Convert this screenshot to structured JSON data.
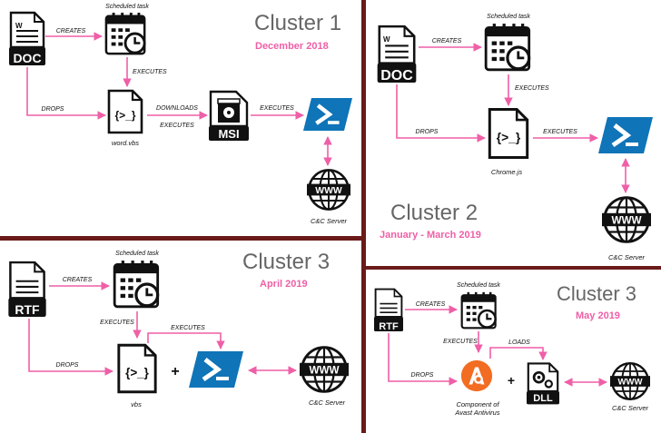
{
  "colors": {
    "accent": "#ef5fa7",
    "divider": "#6b1a1a",
    "powershell": "#0f74b8",
    "avast": "#f26c21"
  },
  "clusters": [
    {
      "title": "Cluster 1",
      "date": "December 2018",
      "labels": {
        "task": "Scheduled task",
        "creates": "CREATES",
        "executes_task": "EXECUTES",
        "drops": "DROPS",
        "downloads": "DOWNLOADS",
        "executes_vbs": "EXECUTES",
        "executes_msi": "EXECUTES",
        "script_file": "word.vbs",
        "server": "C&C Server"
      },
      "icons": {
        "doc": "DOC",
        "msi": "MSI"
      }
    },
    {
      "title": "Cluster 2",
      "date": "January - March 2019",
      "labels": {
        "task": "Scheduled task",
        "creates": "CREATES",
        "executes_task": "EXECUTES",
        "drops": "DROPS",
        "executes_js": "EXECUTES",
        "script_file": "Chrome.js",
        "server": "C&C Server"
      },
      "icons": {
        "doc": "DOC"
      }
    },
    {
      "title": "Cluster 3",
      "date": "April 2019",
      "labels": {
        "task": "Scheduled task",
        "creates": "CREATES",
        "executes_task": "EXECUTES",
        "drops": "DROPS",
        "executes_ps": "EXECUTES",
        "script_file": "vbs",
        "plus": "+",
        "server": "C&C Server"
      },
      "icons": {
        "doc": "RTF"
      }
    },
    {
      "title": "Cluster 3",
      "date": "May 2019",
      "labels": {
        "task": "Scheduled task",
        "creates": "CREATES",
        "executes_task": "EXECUTES",
        "drops": "DROPS",
        "loads": "LOADS",
        "component_line1": "Component of",
        "component_line2": "Avast Antivirus",
        "plus": "+",
        "server": "C&C Server"
      },
      "icons": {
        "doc": "RTF",
        "dll": "DLL"
      }
    }
  ]
}
